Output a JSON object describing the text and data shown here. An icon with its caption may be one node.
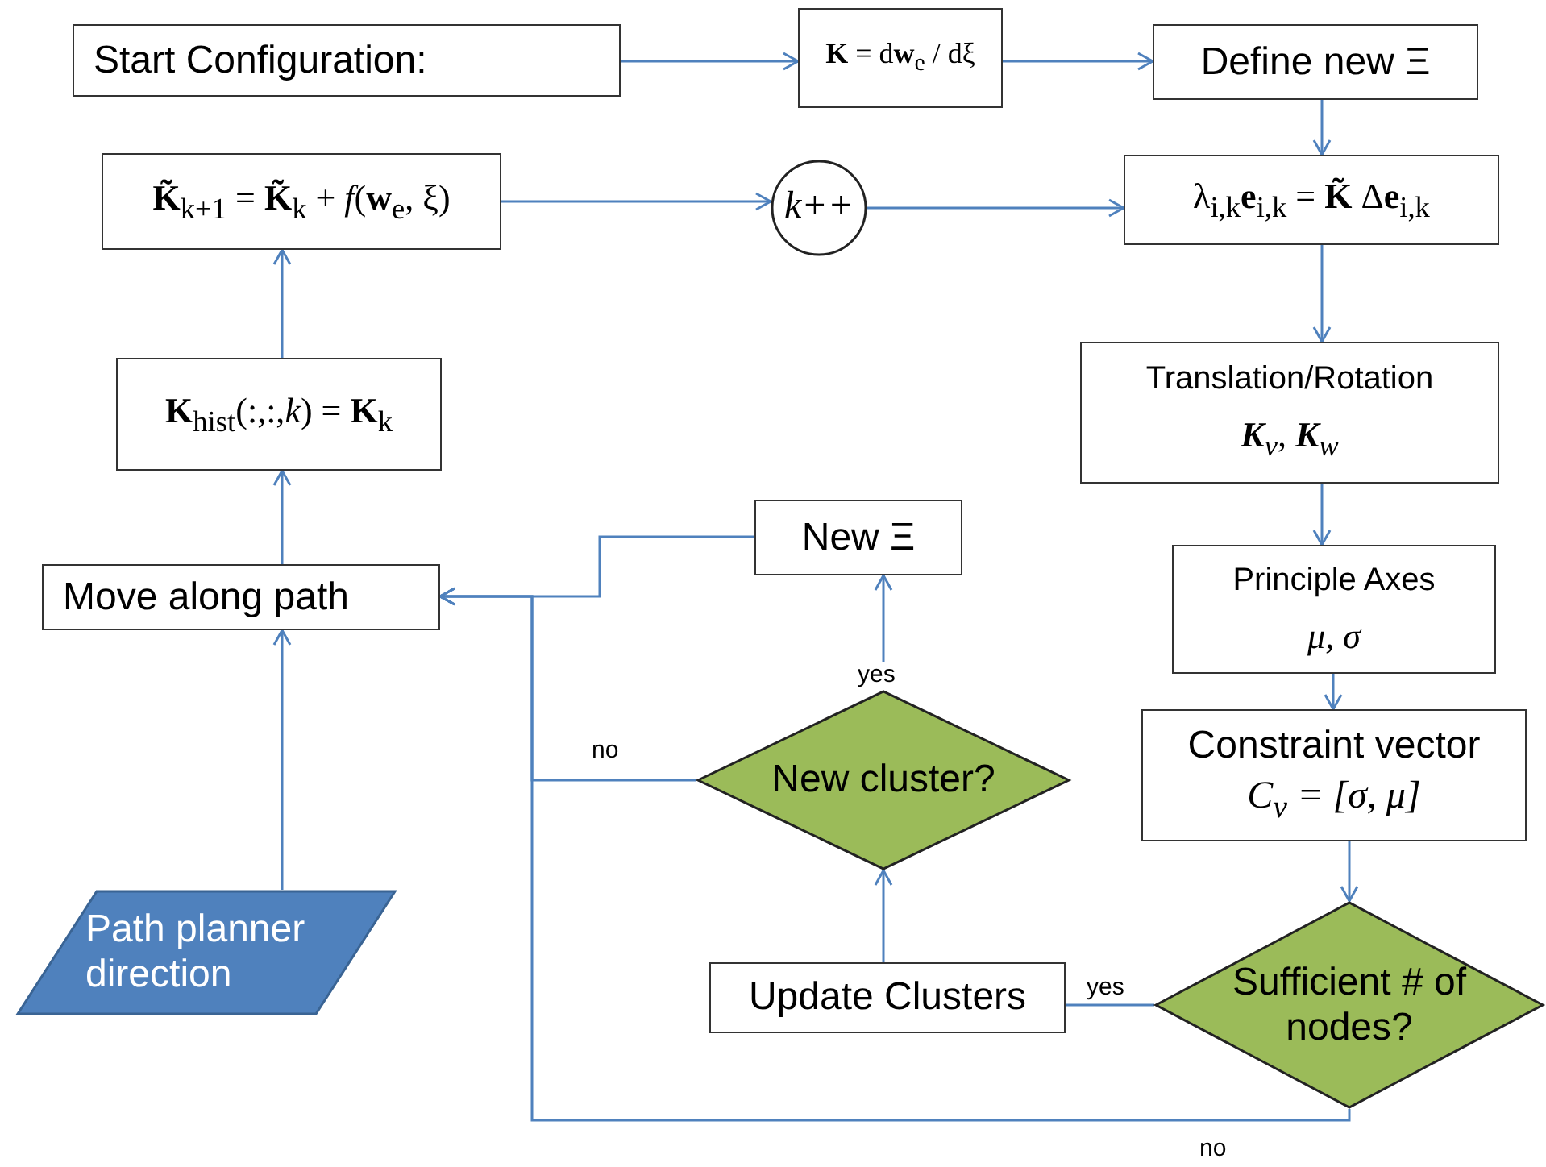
{
  "diagram": {
    "nodes": [
      {
        "text": [
          "Start Configuration:"
        ]
      },
      {
        "text": [
          "**K** = d**w**$_{e}$ / dξ"
        ]
      },
      {
        "text": [
          "Define new Ξ"
        ]
      },
      {
        "text": [
          "**K̃**$_{k+1}$ = **K̃**$_{k}$ + *f*(**w**$_{e}$, ξ)"
        ]
      },
      {
        "text": [
          "k++"
        ]
      },
      {
        "text": [
          "λ$_{i,k}$**e**$_{i,k}$ = **K̃** Δ**e**$_{i,k}$"
        ]
      },
      {
        "text": [
          "**K**$_{hist}$(:,:,*k*) = **K**$_{k}$"
        ]
      },
      {
        "text": [
          "Translation/Rotation",
          "**K**$_{v}$, **K**$_{w}$"
        ]
      },
      {
        "text": [
          "New Ξ"
        ]
      },
      {
        "text": [
          "Move along path"
        ]
      },
      {
        "text": [
          "Principle Axes",
          "μ, σ"
        ]
      },
      {
        "text": [
          "Constraint vector",
          "C$_{v}$ = [σ, μ]"
        ]
      },
      {
        "text": [
          "New cluster?"
        ]
      },
      {
        "text": [
          "Path planner direction"
        ]
      },
      {
        "text": [
          "Update Clusters"
        ]
      },
      {
        "text": [
          "Sufficient # of nodes?"
        ]
      }
    ],
    "edges": [
      {
        "from": 0,
        "to": 1,
        "arrow": "to"
      },
      {
        "from": 1,
        "to": 2,
        "arrow": "to"
      },
      {
        "from": 2,
        "to": 5,
        "arrow": "to"
      },
      {
        "from": 3,
        "to": 4,
        "arrow": "to"
      },
      {
        "from": 4,
        "to": 5,
        "arrow": "to"
      },
      {
        "from": 6,
        "to": 3,
        "arrow": "to"
      },
      {
        "from": 9,
        "to": 6,
        "arrow": "to"
      },
      {
        "from": 5,
        "to": 7,
        "arrow": "to"
      },
      {
        "from": 7,
        "to": 10,
        "arrow": "to"
      },
      {
        "from": 10,
        "to": 11,
        "arrow": "to"
      },
      {
        "from": 11,
        "to": 15,
        "arrow": "to"
      },
      {
        "from": 15,
        "to": 14,
        "arrow": "none",
        "label": "yes"
      },
      {
        "from": 14,
        "to": 12,
        "arrow": "to"
      },
      {
        "from": 12,
        "to": 8,
        "arrow": "to",
        "label": "yes"
      },
      {
        "from": 8,
        "to": 9,
        "arrow": "to"
      },
      {
        "from": 12,
        "to": 9,
        "arrow": "to",
        "label": "no"
      },
      {
        "from": 15,
        "to": 9,
        "arrow": "to",
        "label": "no"
      },
      {
        "from": 13,
        "to": 9,
        "arrow": "to"
      }
    ]
  }
}
